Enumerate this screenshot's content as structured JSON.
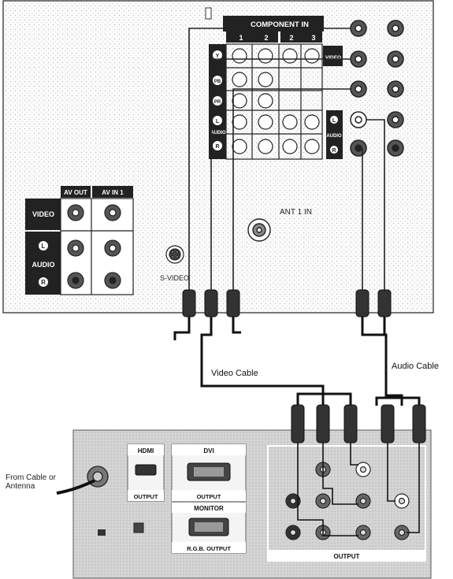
{
  "tv_panel": {
    "component_in_header": "COMPONENT IN",
    "component_columns": [
      "1",
      "2"
    ],
    "av_columns": [
      "2",
      "3"
    ],
    "row_labels": {
      "y": "Y",
      "pb": "PB",
      "pr": "PR",
      "l": "L",
      "audio": "AUDIO",
      "r": "R"
    },
    "video_label": "VIDEO",
    "audio_label": "AUDIO",
    "audio_l": "L",
    "audio_r": "R",
    "av_out_label": "AV OUT",
    "av_in1_label": "AV IN 1",
    "left_video_label": "VIDEO",
    "left_audio_label": "AUDIO",
    "left_l_label": "L",
    "left_r_label": "R",
    "svideo_label": "S-VIDEO",
    "ant_label": "ANT 1 IN"
  },
  "cables": {
    "video_cable": "Video Cable",
    "audio_cable": "Audio Cable"
  },
  "source_device": {
    "from_cable_line1": "From Cable or",
    "from_cable_line2": "Antenna",
    "hdmi_label": "HDMI",
    "hdmi_output": "OUTPUT",
    "dvi_label": "DVI",
    "dvi_output": "OUTPUT",
    "monitor_label": "MONITOR",
    "rgb_output": "R.G.B. OUTPUT",
    "output_label": "OUTPUT"
  }
}
